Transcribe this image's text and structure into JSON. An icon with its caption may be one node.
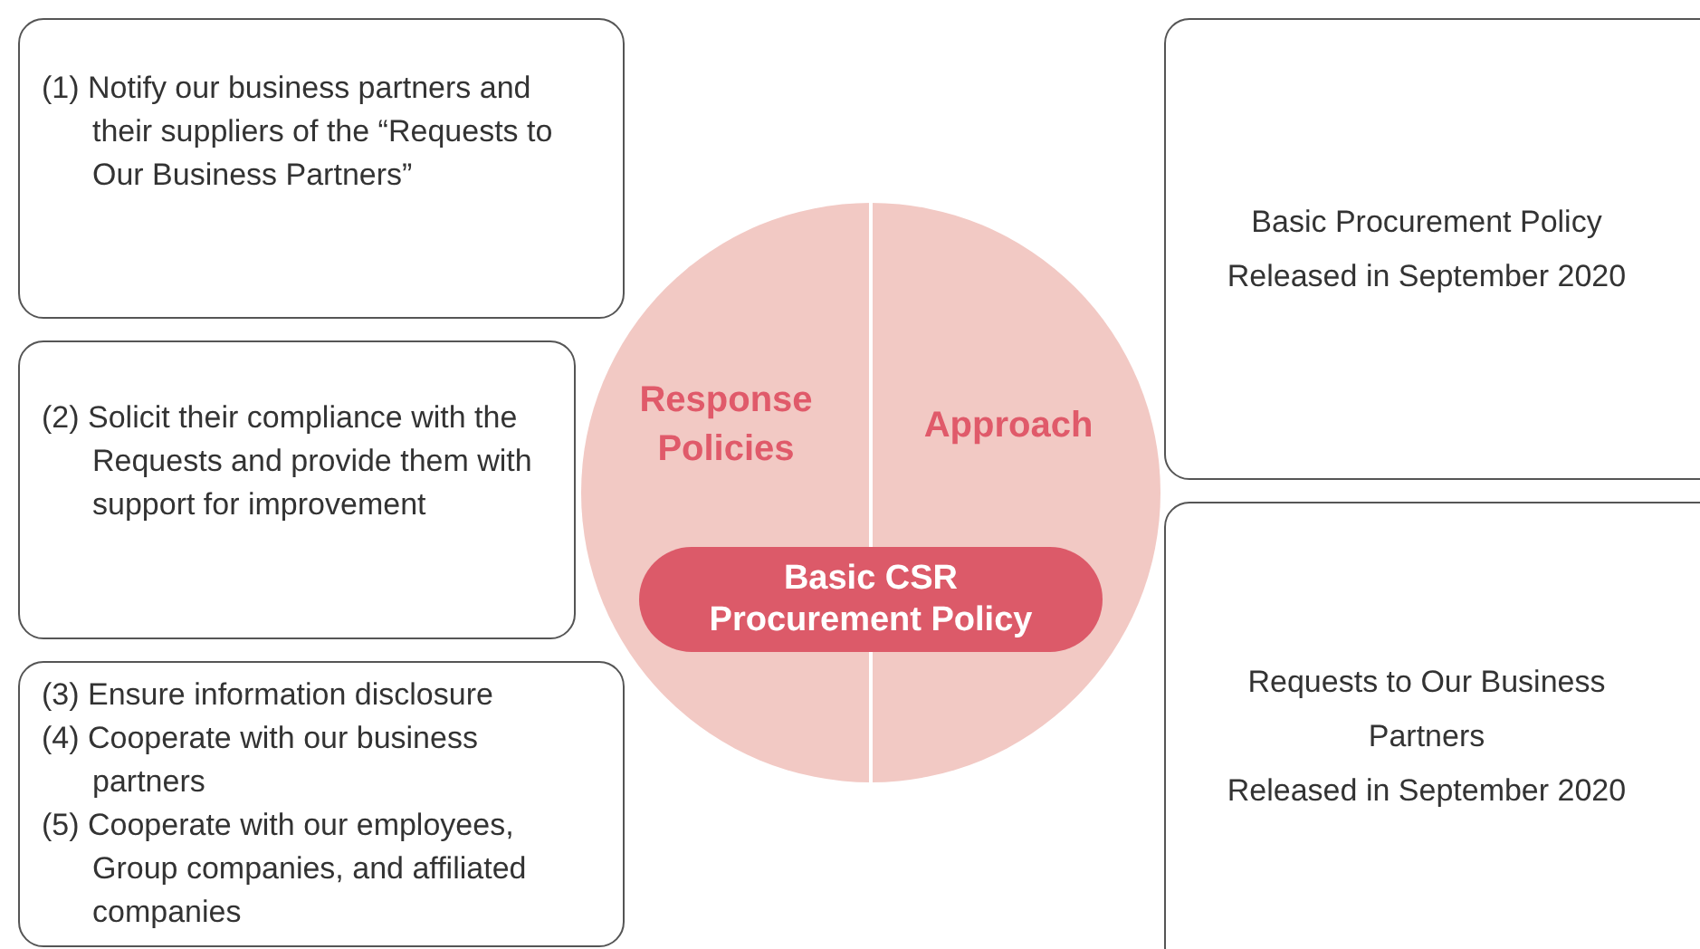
{
  "diagram": {
    "nodes": [
      {
        "text": [
          "(1) Notify our business partners and their suppliers of the “Requests to Our Business Partners”"
        ]
      },
      {
        "text": [
          "(2) Solicit their compliance with the Requests and provide them with support for improvement"
        ]
      },
      {
        "text": [
          "(3) Ensure information disclosure",
          "(4) Cooperate with our business partners",
          "(5) Cooperate with our employees, Group companies, and affiliated companies"
        ]
      },
      {
        "text": [
          "Response Policies",
          "Approach"
        ]
      },
      {
        "text": [
          "Basic CSR Procurement Policy"
        ],
        "in": 3
      },
      {
        "text": [
          "Basic Procurement Policy",
          "Released in September 2020"
        ]
      },
      {
        "text": [
          "Requests to Our Business Partners",
          "Released in September 2020"
        ]
      }
    ]
  }
}
